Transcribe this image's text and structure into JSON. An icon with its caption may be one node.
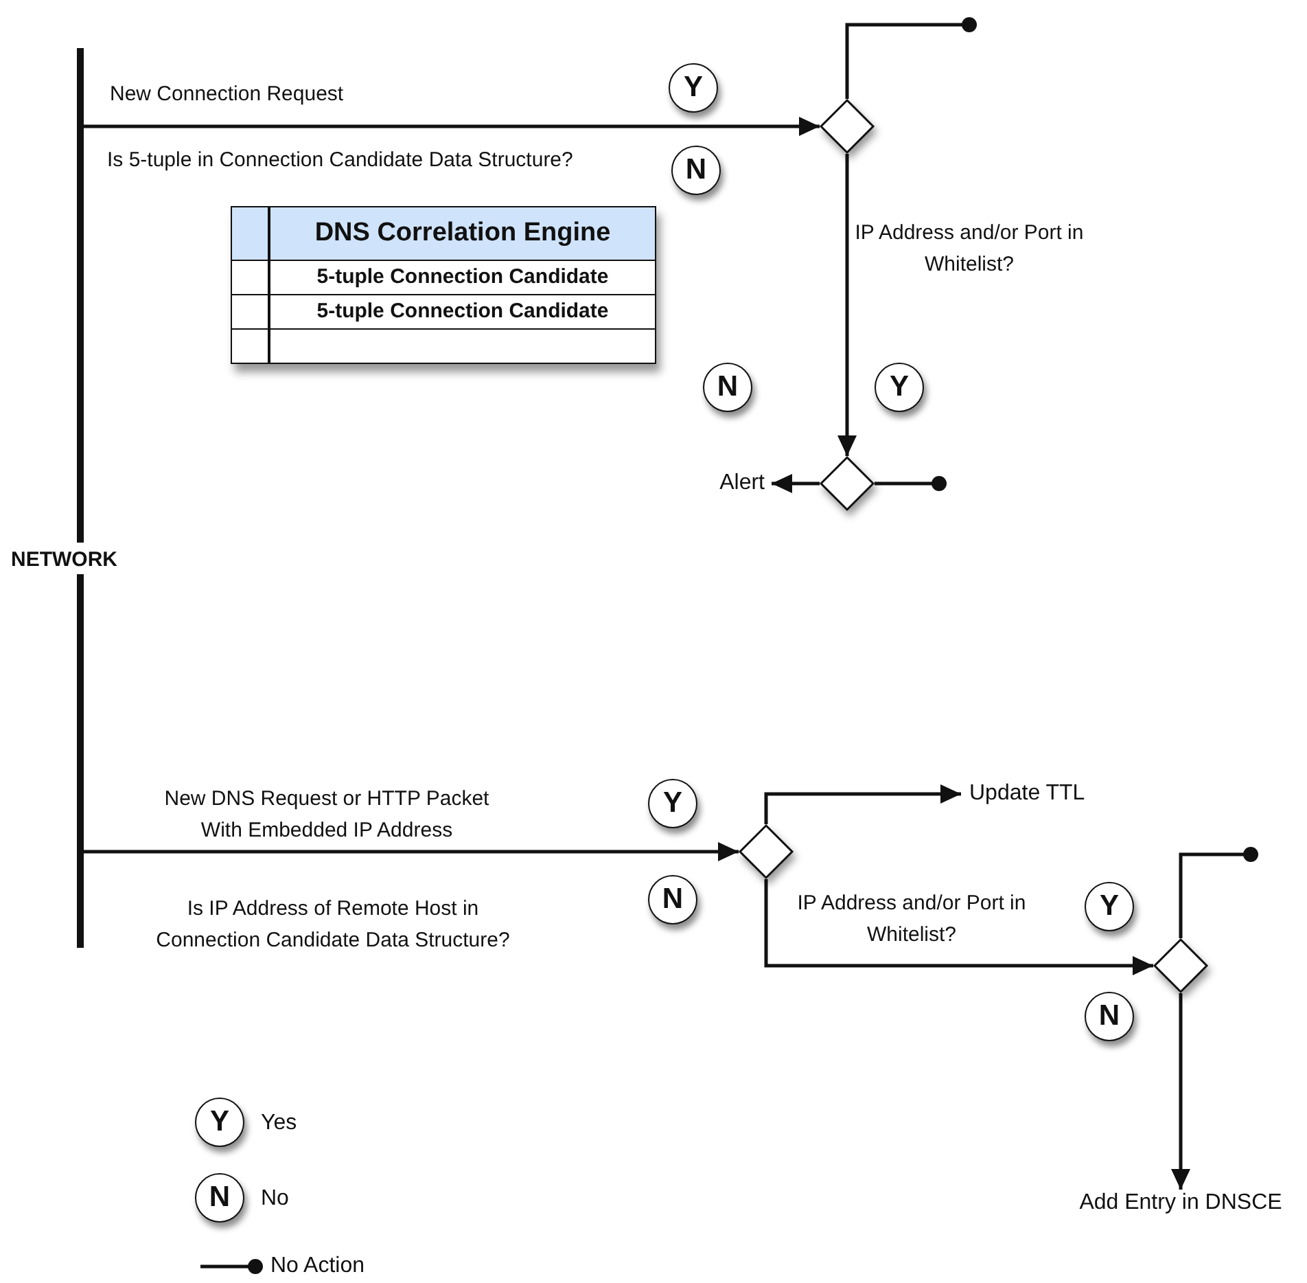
{
  "diagram": {
    "nodes": [
      {
        "text": [],
        "shape": "bar",
        "beside": [
          "NETWORK"
        ]
      },
      {
        "text": [
          "Y"
        ]
      },
      {
        "text": [],
        "shape": "diamond"
      },
      {
        "text": [
          "N"
        ]
      },
      {
        "text": [
          "DNS Correlation Engine",
          "5-tuple Connection Candidate",
          "5-tuple Connection Candidate"
        ]
      },
      {
        "text": [
          "N"
        ]
      },
      {
        "text": [
          "Y"
        ]
      },
      {
        "text": [],
        "shape": "diamond"
      },
      {
        "text": [
          "Alert"
        ]
      },
      {
        "text": [
          "Update TTL"
        ]
      },
      {
        "text": [
          "Y"
        ]
      },
      {
        "text": [],
        "shape": "diamond"
      },
      {
        "text": [
          "N"
        ]
      },
      {
        "text": [
          "Y"
        ]
      },
      {
        "text": [],
        "shape": "diamond"
      },
      {
        "text": [
          "N"
        ]
      },
      {
        "text": [
          "Add Entry in DNSCE"
        ]
      },
      {
        "text": [
          "Y"
        ],
        "beside": [
          "Yes"
        ]
      },
      {
        "text": [
          "N"
        ],
        "beside": [
          "No"
        ]
      }
    ],
    "edges": [
      {
        "from": 0,
        "to": 2,
        "arrow": "to",
        "label": "New Connection Request"
      },
      {
        "from": 2,
        "to": null,
        "arrow": "other"
      },
      {
        "from": 2,
        "to": 7,
        "arrow": "to",
        "label": "IP Address and/or Port in Whitelist?"
      },
      {
        "from": 7,
        "to": 8,
        "arrow": "to"
      },
      {
        "from": 7,
        "to": null,
        "arrow": "other"
      },
      {
        "from": 0,
        "to": 11,
        "arrow": "to",
        "label": "New DNS Request or HTTP Packet With Embedded IP Address"
      },
      {
        "from": 11,
        "to": 9,
        "arrow": "to"
      },
      {
        "from": 11,
        "to": 14,
        "arrow": "to",
        "label": "IP Address and/or Port in Whitelist?"
      },
      {
        "from": 14,
        "to": null,
        "arrow": "other"
      },
      {
        "from": 14,
        "to": 16,
        "arrow": "to"
      }
    ],
    "labels": [
      "Is 5-tuple in Connection Candidate Data Structure?",
      "Is IP Address of Remote Host in Connection Candidate Data Structure?"
    ],
    "legend": [
      {
        "text": "No Action"
      }
    ]
  }
}
